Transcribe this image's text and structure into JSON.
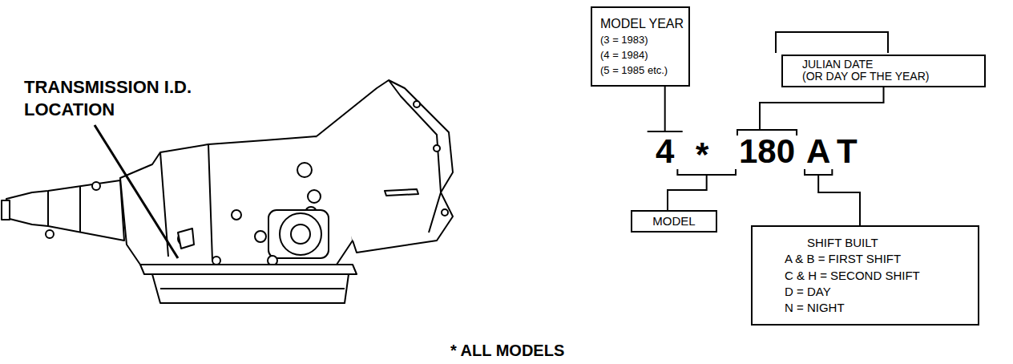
{
  "diagram": {
    "nodes": [
      {
        "text": [
          "MODEL YEAR",
          "(3 = 1983)",
          "(4 = 1984)",
          "(5 = 1985 etc.)"
        ]
      },
      {
        "text": [
          "JULIAN DATE",
          "(OR DAY OF THE YEAR)"
        ]
      },
      {
        "text": [
          "MODEL"
        ]
      },
      {
        "text": [
          "SHIFT BUILT",
          "A & B = FIRST SHIFT",
          "C & H = SECOND SHIFT",
          "D = DAY",
          "N = NIGHT"
        ]
      }
    ],
    "labels": [
      "TRANSMISSION I.D. LOCATION",
      "4",
      "*",
      "180",
      "A",
      "T",
      "* ALL MODELS"
    ]
  }
}
